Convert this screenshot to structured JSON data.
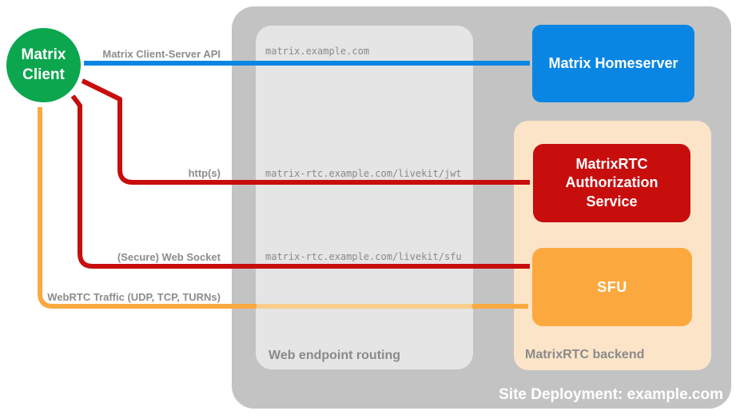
{
  "site_deployment": {
    "label": "Site Deployment: example.com",
    "container_color": "#C3C3C3"
  },
  "web_endpoint_routing": {
    "label": "Web endpoint routing",
    "box_color": "#E5E5E5",
    "endpoints": [
      "matrix.example.com",
      "matrix-rtc.example.com/livekit/jwt",
      "matrix-rtc.example.com/livekit/sfu"
    ]
  },
  "matrixrtc_backend": {
    "label": "MatrixRTC backend",
    "box_color": "#FBE4C8"
  },
  "nodes": {
    "matrix_client": {
      "label": "Matrix Client",
      "color": "#0CA64F",
      "shape": "circle"
    },
    "matrix_homeserver": {
      "label": "Matrix Homeserver",
      "color": "#0986E3"
    },
    "matrixrtc_authorization_service": {
      "label": "MatrixRTC Authorization Service",
      "color": "#C80D0D"
    },
    "sfu": {
      "label": "SFU",
      "color": "#FBA93F"
    }
  },
  "connections": [
    {
      "label": "Matrix Client-Server API",
      "color": "#0986E3",
      "from": "Matrix Client",
      "to": "Matrix Homeserver",
      "bidirectional": true,
      "via_endpoint": "matrix.example.com"
    },
    {
      "label": "http(s)",
      "color": "#C80D0D",
      "from": "Matrix Client",
      "to": "MatrixRTC Authorization Service",
      "bidirectional": true,
      "via_endpoint": "matrix-rtc.example.com/livekit/jwt"
    },
    {
      "label": "(Secure) Web Socket",
      "color": "#C80D0D",
      "from": "Matrix Client",
      "to": "SFU",
      "bidirectional": true,
      "via_endpoint": "matrix-rtc.example.com/livekit/sfu"
    },
    {
      "label": "WebRTC Traffic (UDP, TCP, TURNs)",
      "color": "#FBA93F",
      "from": "Matrix Client",
      "to": "SFU",
      "bidirectional": true,
      "via_endpoint": null
    }
  ]
}
